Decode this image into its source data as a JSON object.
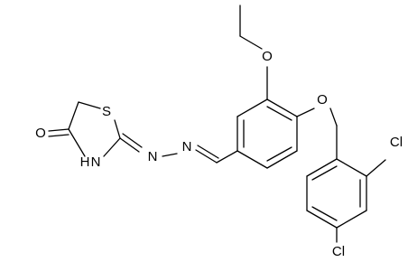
{
  "molecule": {
    "atoms": {
      "o_carbonyl": "O",
      "s_ring": "S",
      "nh_ring": "H",
      "n_hydrazone_1": "N",
      "n_hydrazone_2": "N",
      "o_ethoxy": "O",
      "o_benzyloxy": "O",
      "cl_ortho": "Cl",
      "cl_para": "Cl"
    },
    "nh_label": "N",
    "colors": {
      "bond": "#000000",
      "label": "#000000",
      "background": "#ffffff"
    }
  }
}
